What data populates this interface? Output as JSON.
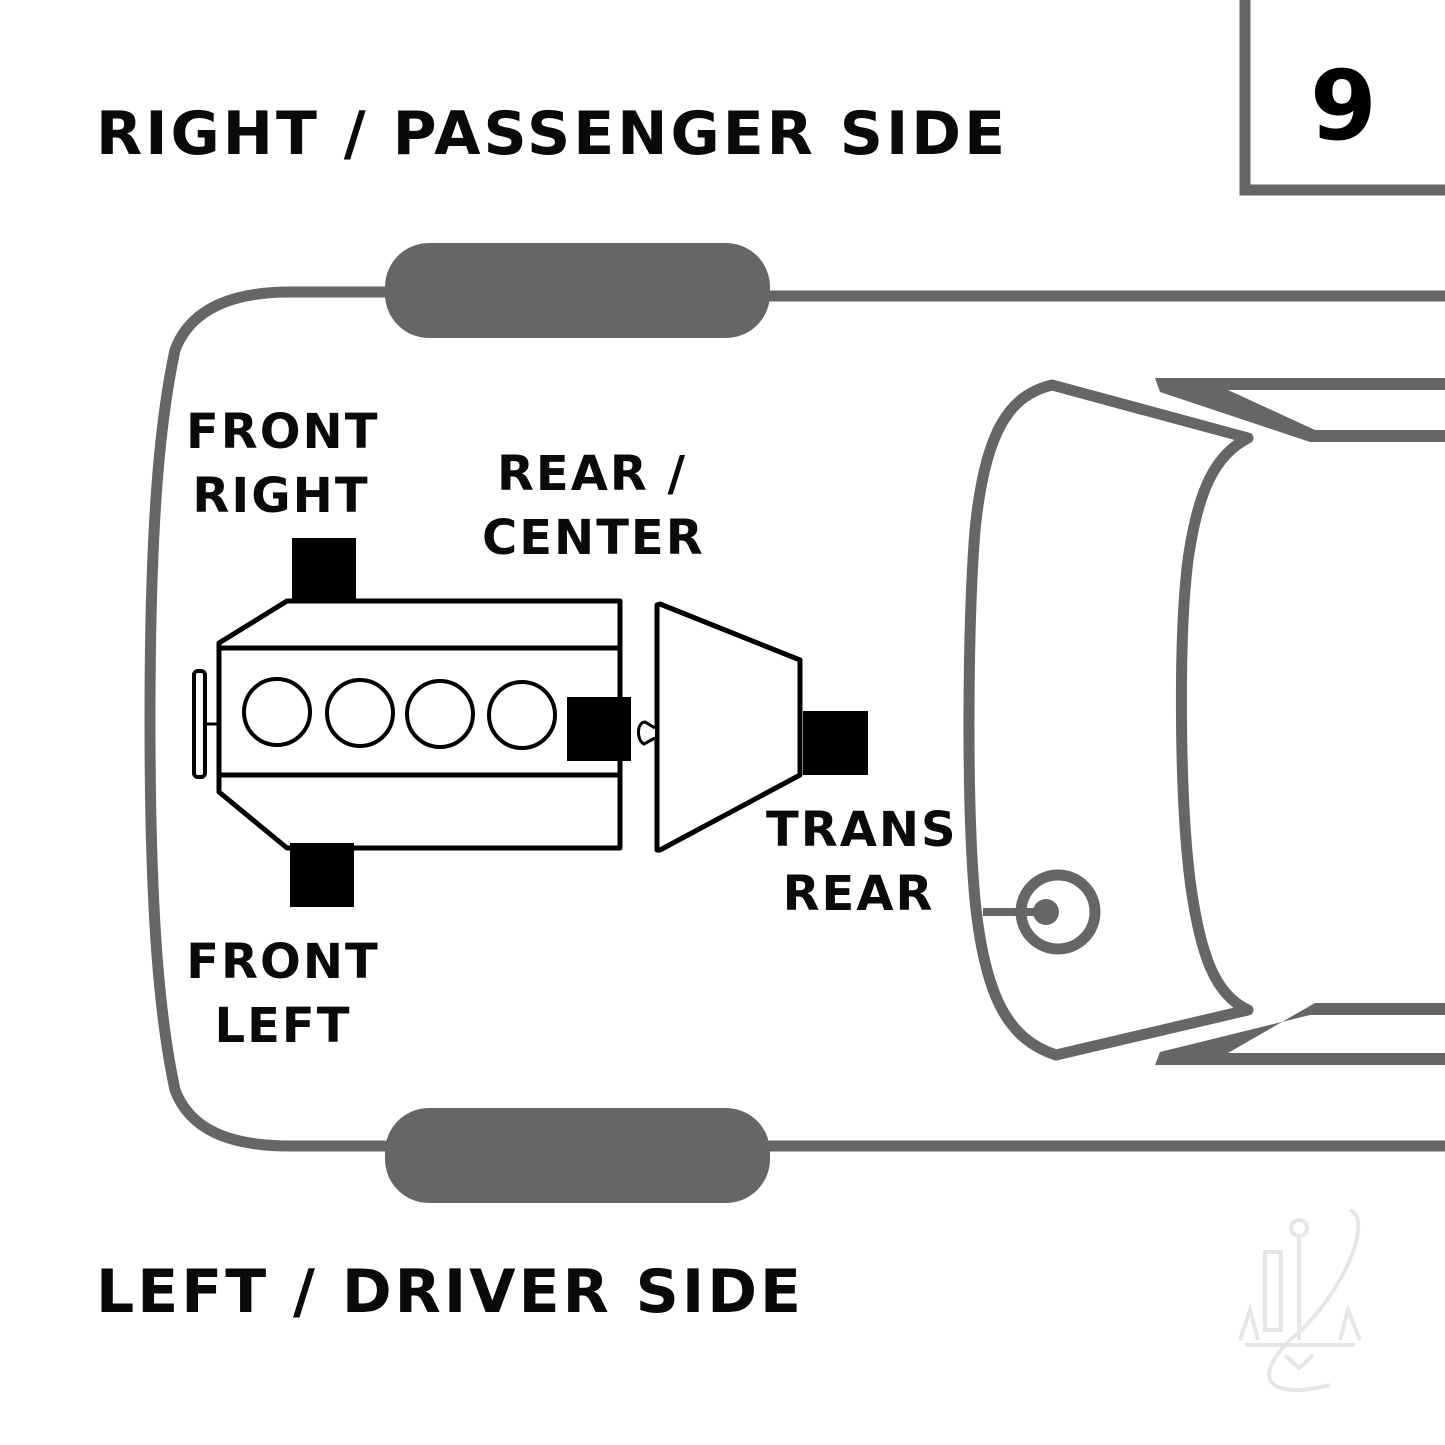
{
  "diagram": {
    "badge_number": "9",
    "top_label": "RIGHT / PASSENGER SIDE",
    "bottom_label": "LEFT / DRIVER SIDE",
    "mounts": [
      {
        "id": "front-right",
        "lines": [
          "FRONT",
          "RIGHT"
        ]
      },
      {
        "id": "rear-center",
        "lines": [
          "REAR /",
          "CENTER"
        ]
      },
      {
        "id": "trans-rear",
        "lines": [
          "TRANS",
          "REAR"
        ]
      },
      {
        "id": "front-left",
        "lines": [
          "FRONT",
          "LEFT"
        ]
      }
    ],
    "engine": {
      "cylinders": 4
    },
    "colors": {
      "outline": "#666666",
      "mount": "#000000",
      "text": "#0a0a0a",
      "watermark": "#e6e6e6"
    }
  }
}
